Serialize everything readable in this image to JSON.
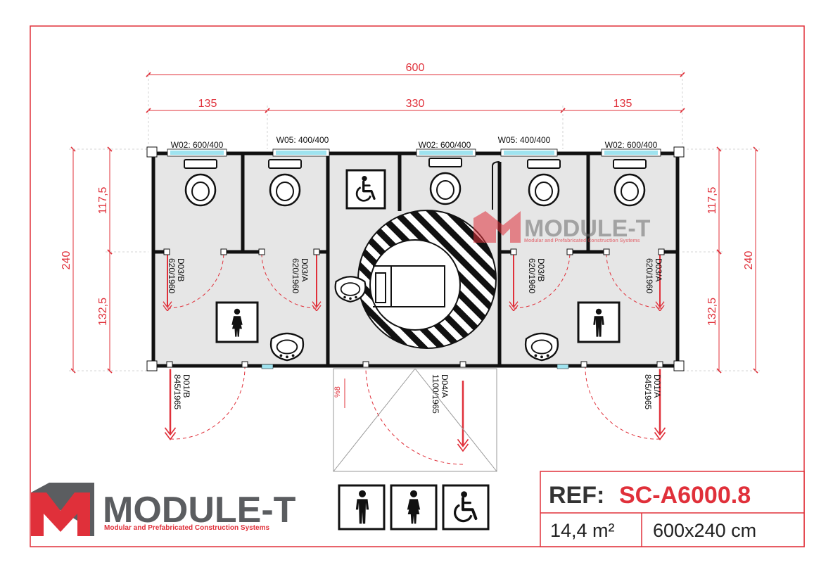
{
  "colors": {
    "accent": "#e0303a",
    "wall": "#111111",
    "glass": "#9fe3ef",
    "floor": "#e6e6e6",
    "logo_grey": "#5b5d60"
  },
  "dimensions": {
    "total_width": "600",
    "left_section": "135",
    "middle_section": "330",
    "right_section": "135",
    "height_total": "240",
    "height_upper": "117,5",
    "height_lower": "132,5"
  },
  "windows": [
    {
      "label": "W02: 600/400"
    },
    {
      "label": "W05: 400/400"
    },
    {
      "label": "W02: 600/400"
    },
    {
      "label": "W05: 400/400"
    },
    {
      "label": "W02: 600/400"
    }
  ],
  "doors": [
    {
      "code": "D03/B",
      "size": "620/1960"
    },
    {
      "code": "D03/A",
      "size": "620/1960"
    },
    {
      "code": "D03/B",
      "size": "620/1960"
    },
    {
      "code": "D03/A",
      "size": "620/1960"
    },
    {
      "code": "D01/B",
      "size": "845/1965"
    },
    {
      "code": "D04/A",
      "size": "1100/1965"
    },
    {
      "code": "D01/A",
      "size": "845/1965"
    }
  ],
  "ramp_slope": "%8",
  "watermark": {
    "name": "MODULE-T",
    "tagline": "Modular and Prefabricated Construction Systems"
  },
  "logo": {
    "name": "MODULE-T",
    "tagline": "Modular and Prefabricated Construction Systems"
  },
  "legend_icons": [
    "male-person-icon",
    "female-person-icon",
    "wheelchair-icon"
  ],
  "info_box": {
    "ref_label": "REF:",
    "ref_code": "SC-A6000.8",
    "area": "14,4 m²",
    "size": "600x240 cm"
  }
}
